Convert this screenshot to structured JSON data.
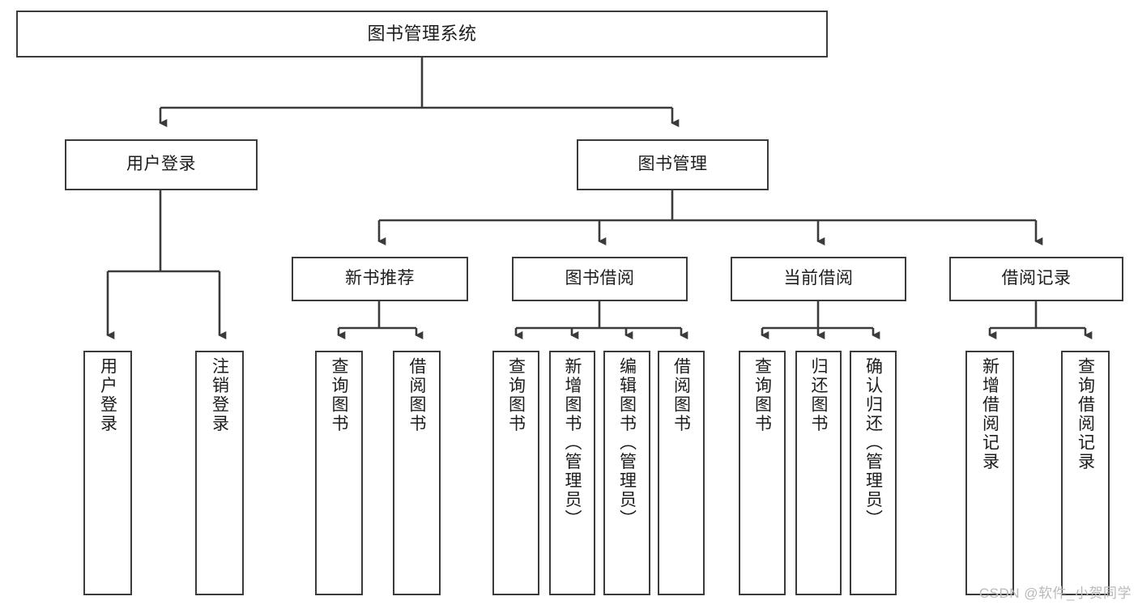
{
  "diagram": {
    "type": "tree",
    "title": "图书管理系统",
    "watermark": "CSDN @软件_小贺同学",
    "colors": {
      "box_border": "#3b3b3b",
      "box_fill": "#ffffff",
      "connector": "#3b3b3b",
      "text": "#1c1c1c",
      "watermark": "#b9b9b9",
      "background": "#ffffff"
    },
    "root": {
      "id": "root",
      "label": "图书管理系统",
      "orientation": "horizontal"
    },
    "level2": [
      {
        "id": "user-login",
        "label": "用户登录",
        "orientation": "horizontal"
      },
      {
        "id": "book-management",
        "label": "图书管理",
        "orientation": "horizontal"
      }
    ],
    "level3": [
      {
        "id": "new-book-recommend",
        "label": "新书推荐",
        "orientation": "horizontal",
        "parent": "book-management"
      },
      {
        "id": "book-borrow",
        "label": "图书借阅",
        "orientation": "horizontal",
        "parent": "book-management"
      },
      {
        "id": "current-borrow",
        "label": "当前借阅",
        "orientation": "horizontal",
        "parent": "book-management"
      },
      {
        "id": "borrow-record",
        "label": "借阅记录",
        "orientation": "horizontal",
        "parent": "book-management"
      }
    ],
    "leaves": {
      "user_login": [
        {
          "id": "leaf-user-login",
          "label": "用户登录"
        },
        {
          "id": "leaf-user-logout",
          "label": "注销登录"
        }
      ],
      "new_book_recommend": [
        {
          "id": "leaf-query-book-1",
          "label": "查询图书"
        },
        {
          "id": "leaf-borrow-book-1",
          "label": "借阅图书"
        }
      ],
      "book_borrow": [
        {
          "id": "leaf-query-book-2",
          "label": "查询图书"
        },
        {
          "id": "leaf-add-book",
          "label": "新增图书（管理员）"
        },
        {
          "id": "leaf-edit-book",
          "label": "编辑图书（管理员）"
        },
        {
          "id": "leaf-borrow-book-2",
          "label": "借阅图书"
        }
      ],
      "current_borrow": [
        {
          "id": "leaf-query-book-3",
          "label": "查询图书"
        },
        {
          "id": "leaf-return-book",
          "label": "归还图书"
        },
        {
          "id": "leaf-confirm-return",
          "label": "确认归还（管理员）"
        }
      ],
      "borrow_record": [
        {
          "id": "leaf-add-record",
          "label": "新增借阅记录"
        },
        {
          "id": "leaf-query-record",
          "label": "查询借阅记录"
        }
      ]
    }
  }
}
